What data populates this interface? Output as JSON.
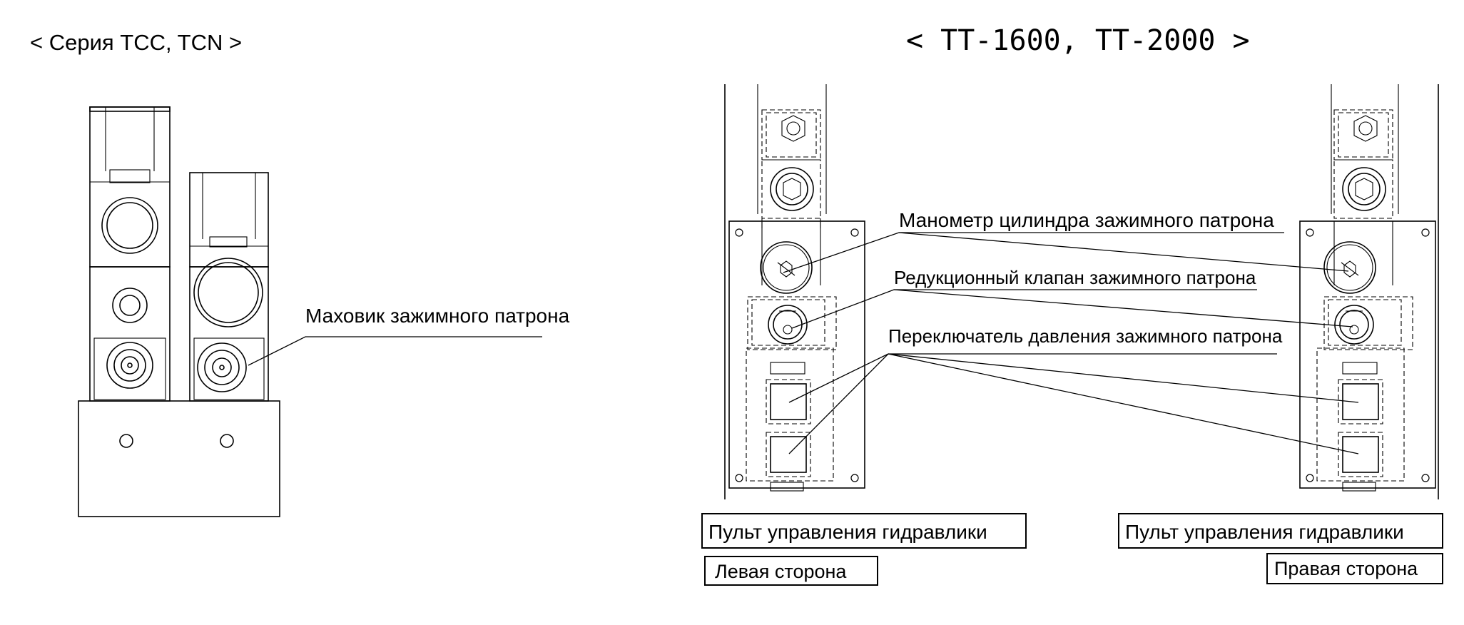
{
  "left_section": {
    "title": "<  Серия TCC, TCN   >",
    "label_handwheel": "Маховик зажимного патрона"
  },
  "right_section": {
    "title": "< TT-1600, TT-2000 >",
    "label_gauge": "Манометр цилиндра зажимного патрона",
    "label_valve": "Редукционный клапан зажимного патрона",
    "label_switch": "Переключатель давления зажимного патрона",
    "panel_left_caption": "Пульт управления гидравлики",
    "panel_left_side": "Левая сторона",
    "panel_right_caption": "Пульт управления гидравлики",
    "panel_right_side": "Правая сторона"
  }
}
